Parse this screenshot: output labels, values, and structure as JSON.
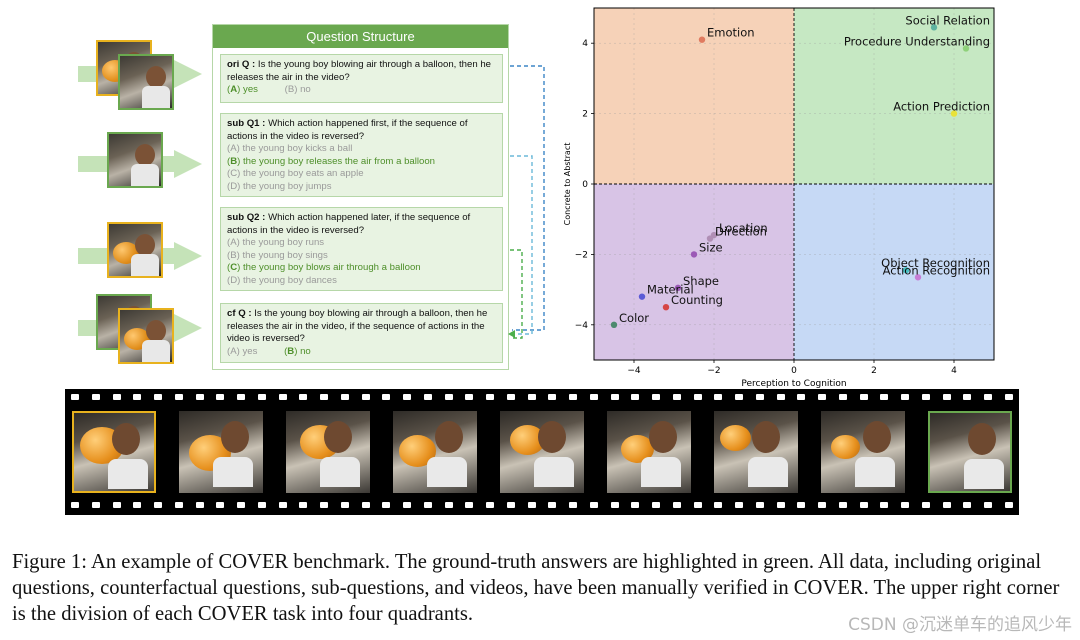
{
  "panel": {
    "title": "Question Structure",
    "questions": [
      {
        "label": "ori Q :",
        "text": "Is the young boy blowing  air through a balloon, then he releases the air in the video?",
        "options": [
          {
            "letter": "A",
            "text": "yes",
            "correct": true
          },
          {
            "letter": "B",
            "text": "no",
            "correct": false
          }
        ]
      },
      {
        "label": "sub Q1 :",
        "text": "Which action happened first, if the sequence of actions in the video is reversed?",
        "options": [
          {
            "letter": "A",
            "text": "the young boy kicks a ball",
            "correct": false
          },
          {
            "letter": "B",
            "text": "the young boy releases the air from a balloon",
            "correct": true
          },
          {
            "letter": "C",
            "text": "the young boy eats an apple",
            "correct": false
          },
          {
            "letter": "D",
            "text": "the young boy jumps",
            "correct": false
          }
        ]
      },
      {
        "label": "sub Q2 :",
        "text": "Which action happened later, if the sequence of actions in the video is reversed?",
        "options": [
          {
            "letter": "A",
            "text": "the young boy runs",
            "correct": false
          },
          {
            "letter": "B",
            "text": "the young boy sings",
            "correct": false
          },
          {
            "letter": "C",
            "text": "the young boy blows  air through a balloon",
            "correct": true
          },
          {
            "letter": "D",
            "text": "the young boy dances",
            "correct": false
          }
        ]
      },
      {
        "label": "cf Q :",
        "text": "Is the young boy blowing  air through a balloon, then he releases the air in the video, if the sequence of actions in the video is reversed?",
        "options": [
          {
            "letter": "A",
            "text": "yes",
            "correct": false
          },
          {
            "letter": "B",
            "text": "no",
            "correct": true
          }
        ]
      }
    ]
  },
  "chart_data": {
    "type": "scatter",
    "xlabel": "Perception to Cognition",
    "ylabel": "Concrete to Abstract",
    "xlim": [
      -5,
      5
    ],
    "ylim": [
      -5,
      5
    ],
    "xticks": [
      -4,
      -2,
      0,
      2,
      4
    ],
    "yticks": [
      -4,
      -2,
      0,
      2,
      4
    ],
    "grid": true,
    "quadrant_colors": {
      "top_left": "#f6d2b8",
      "top_right": "#c6e8c3",
      "bottom_left": "#d8c4e6",
      "bottom_right": "#c6d9f5"
    },
    "points": [
      {
        "label": "Emotion",
        "x": -2.3,
        "y": 4.1,
        "color": "#e07a5f"
      },
      {
        "label": "Social Relation",
        "x": 3.5,
        "y": 4.45,
        "color": "#5fb3a0"
      },
      {
        "label": "Procedure Understanding",
        "x": 4.3,
        "y": 3.85,
        "color": "#8fd17a"
      },
      {
        "label": "Action Prediction",
        "x": 4.0,
        "y": 2.0,
        "color": "#e8e23a"
      },
      {
        "label": "Location",
        "x": -2.0,
        "y": -1.45,
        "color": "#b08fb5"
      },
      {
        "label": "Direction",
        "x": -2.1,
        "y": -1.55,
        "color": "#b08fb5"
      },
      {
        "label": "Size",
        "x": -2.5,
        "y": -2.0,
        "color": "#9b59b6"
      },
      {
        "label": "Object Recognition",
        "x": 2.8,
        "y": -2.45,
        "color": "#48c1c4"
      },
      {
        "label": "Action Recognition",
        "x": 3.1,
        "y": -2.65,
        "color": "#c77dd6"
      },
      {
        "label": "Shape",
        "x": -2.9,
        "y": -2.95,
        "color": "#9b59b6"
      },
      {
        "label": "Material",
        "x": -3.8,
        "y": -3.2,
        "color": "#5b5bd6"
      },
      {
        "label": "Counting",
        "x": -3.2,
        "y": -3.5,
        "color": "#d64545"
      },
      {
        "label": "Color",
        "x": -4.5,
        "y": -4.0,
        "color": "#4c8a6e"
      }
    ]
  },
  "caption": {
    "text": "Figure 1: An example of COVER benchmark. The ground-truth answers are highlighted in green. All data, including original questions, counterfactual questions, sub-questions, and videos, have been manually verified in COVER. The upper right corner is the division of each COVER task into four quadrants."
  },
  "watermark": "CSDN @沉迷单车的追风少年"
}
